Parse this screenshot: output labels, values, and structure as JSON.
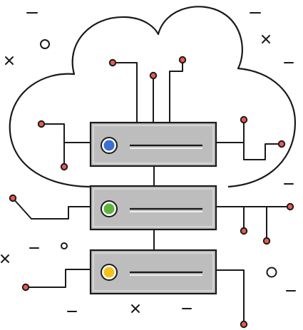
{
  "illustration": {
    "subject": "cloud-server-network",
    "colors": {
      "stroke": "#1a1a1a",
      "server_fill": "#bdbdbd",
      "server_highlight": "#ffffff",
      "node_fill": "#e85a4f",
      "led_top": "#3b6fd1",
      "led_middle": "#5fb53c",
      "led_bottom": "#f2c21b"
    },
    "servers": [
      {
        "id": "top",
        "led": "blue-led"
      },
      {
        "id": "middle",
        "led": "green-led"
      },
      {
        "id": "bottom",
        "led": "yellow-led"
      }
    ],
    "decorations": [
      "cross",
      "circle",
      "dash"
    ]
  }
}
